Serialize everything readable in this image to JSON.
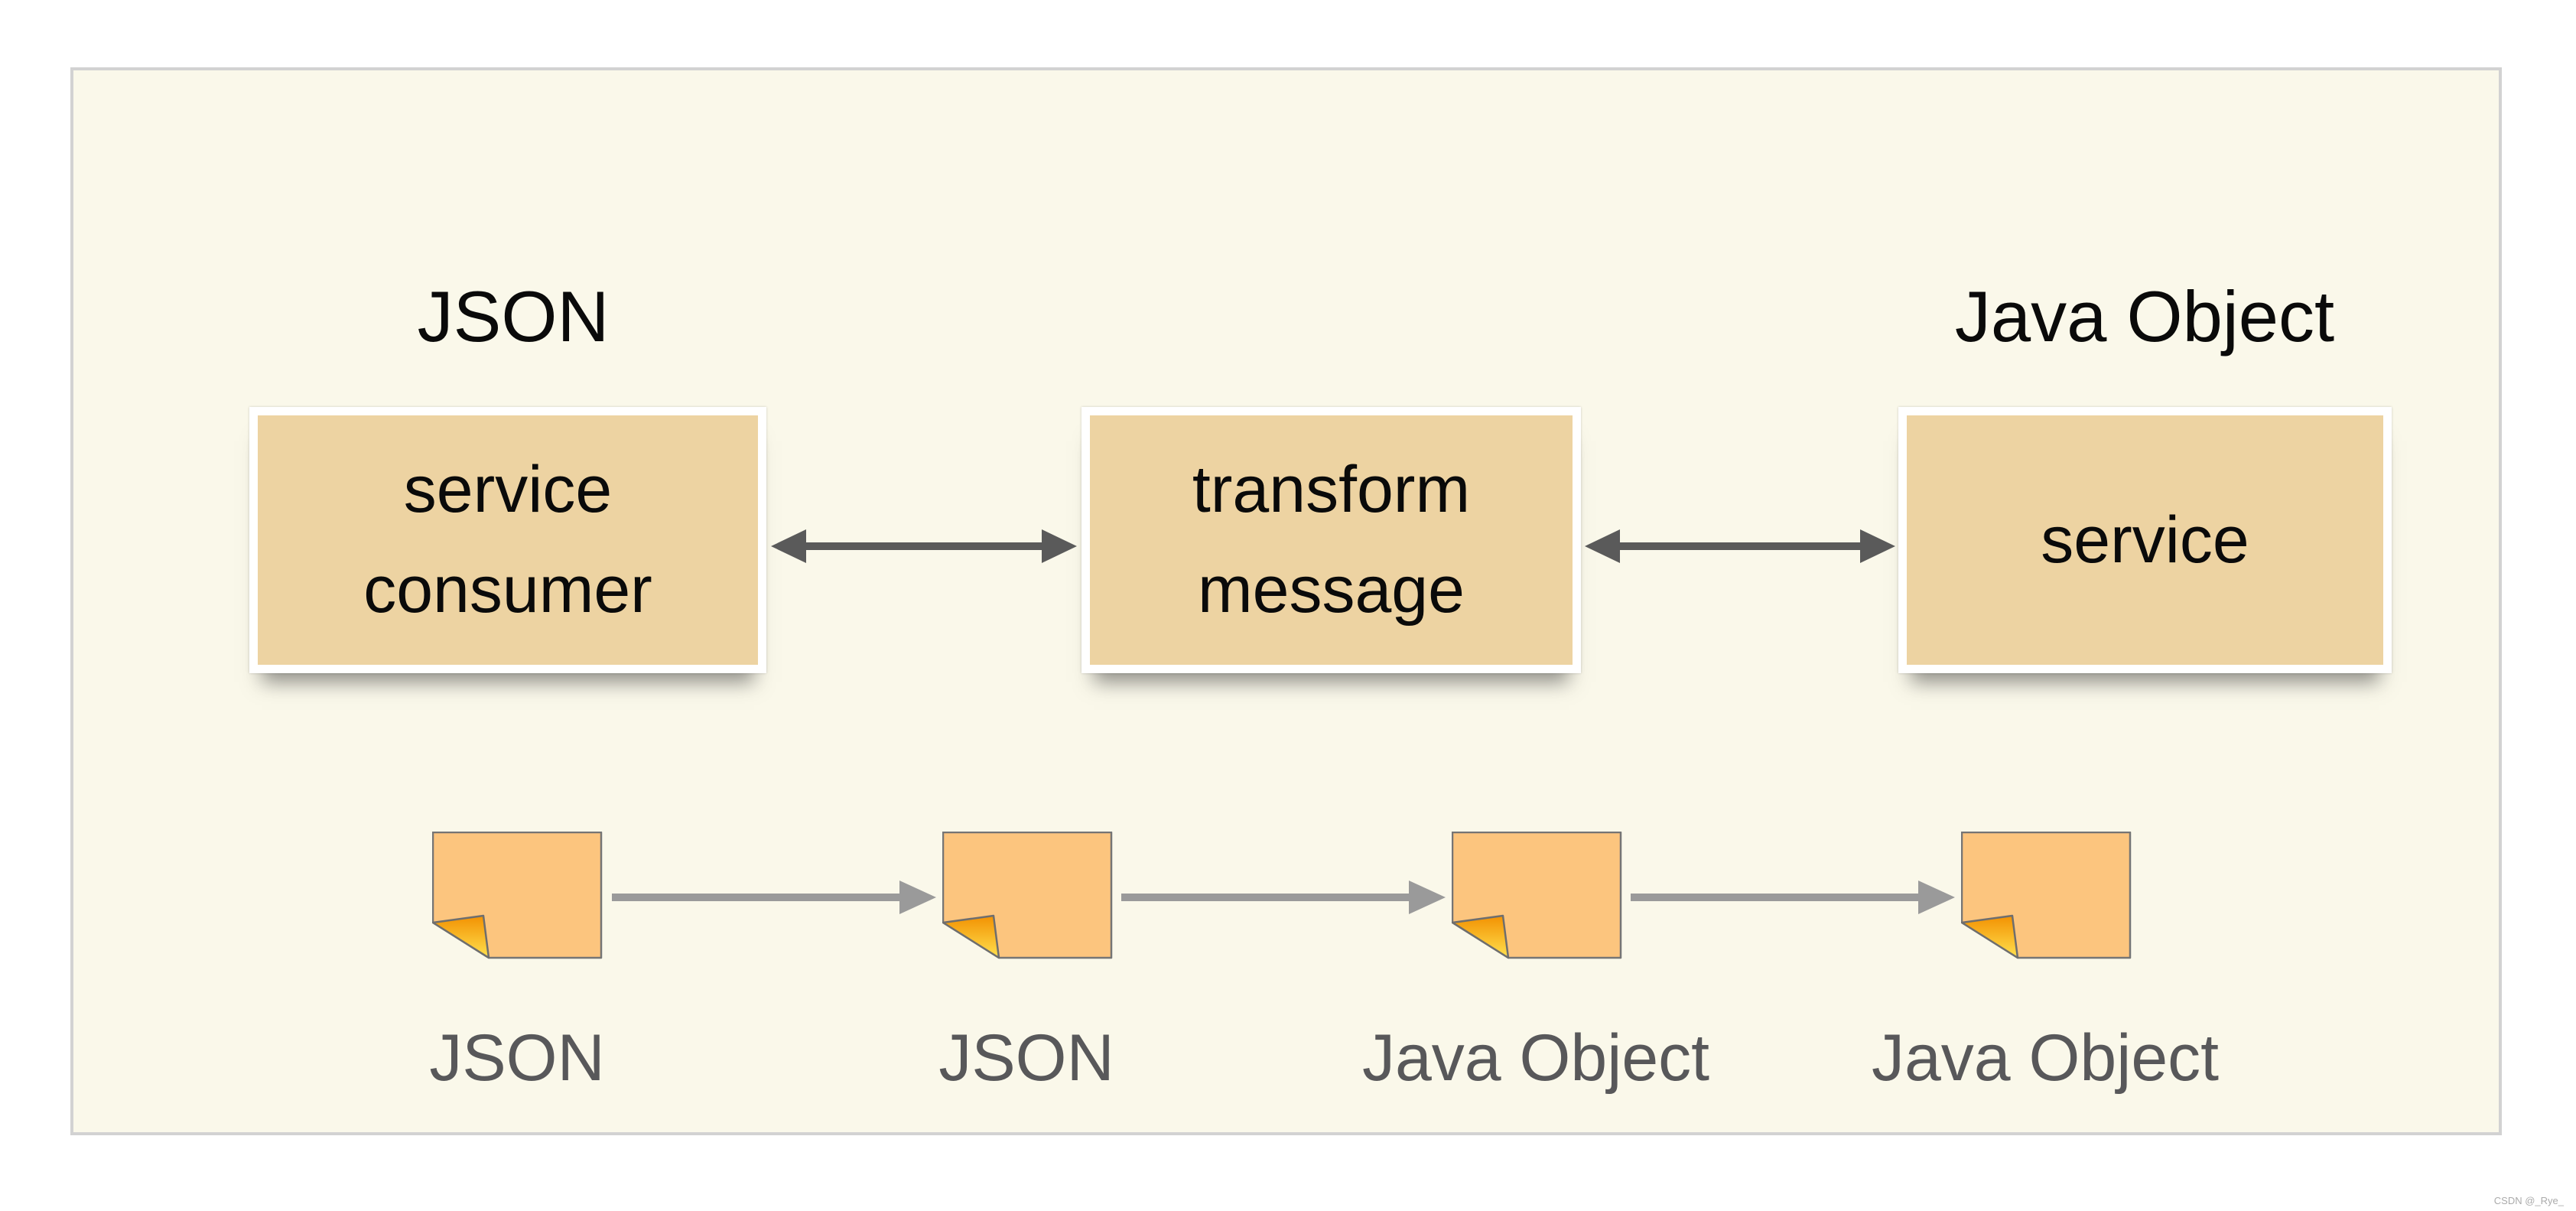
{
  "headings": {
    "left": "JSON",
    "right": "Java Object"
  },
  "process_flow": {
    "boxes": [
      {
        "id": "service-consumer",
        "label": "service\nconsumer"
      },
      {
        "id": "transform-message",
        "label": "transform\nmessage"
      },
      {
        "id": "service",
        "label": "service"
      }
    ],
    "connectors": [
      {
        "type": "double-headed-arrow"
      },
      {
        "type": "double-headed-arrow"
      }
    ]
  },
  "message_flow": {
    "notes": [
      {
        "icon": "sticky-note-icon",
        "label": "JSON"
      },
      {
        "icon": "sticky-note-icon",
        "label": "JSON"
      },
      {
        "icon": "sticky-note-icon",
        "label": "Java Object"
      },
      {
        "icon": "sticky-note-icon",
        "label": "Java Object"
      }
    ],
    "connectors": [
      {
        "type": "arrow-right"
      },
      {
        "type": "arrow-right"
      },
      {
        "type": "arrow-right"
      }
    ]
  },
  "watermark": {
    "text": "CSDN @_Rye_"
  },
  "colors": {
    "panel_background": "#FAF8EA",
    "panel_border": "#D2D2D2",
    "box_fill": "#EDD3A2",
    "box_frame": "#FFFFFF",
    "text_black": "#0A0A0A",
    "arrow_dark": "#5A5A5A",
    "arrow_light": "#9A9A9A",
    "note_fill": "#FCC57E",
    "note_border": "#757575",
    "fold_top": "#F29102",
    "fold_bottom": "#FFE04E",
    "label_gray": "#58585A",
    "watermark_gray": "#ABABAB"
  }
}
